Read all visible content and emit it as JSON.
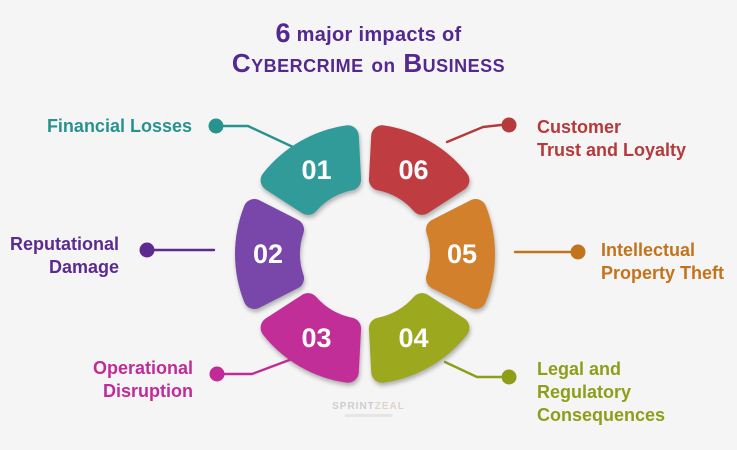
{
  "title": {
    "line1_num": "6",
    "line1_rest": "major impacts of",
    "line2_word1": "Cybercrime",
    "line2_word2": "on",
    "line2_word3": "Business",
    "color": "#53288f"
  },
  "chart_data": {
    "type": "ring-infographic",
    "title": "6 major impacts of Cybercrime on Business",
    "segment_count": 6,
    "order_note": "numbered ring segments 01-06; 01 top-left going counterclockwise, 06 top-right going clockwise"
  },
  "items": [
    {
      "num": "01",
      "label": "Financial Losses",
      "text_color": "#27938f",
      "segment_color": "#319b9a",
      "side": "left"
    },
    {
      "num": "02",
      "label": "Reputational\nDamage",
      "text_color": "#5b2b91",
      "segment_color": "#7946aa",
      "side": "left"
    },
    {
      "num": "03",
      "label": "Operational\nDisruption",
      "text_color": "#c02b97",
      "segment_color": "#c22e98",
      "side": "left"
    },
    {
      "num": "04",
      "label": "Legal and\nRegulatory\nConsequences",
      "text_color": "#8e9e19",
      "segment_color": "#9ca81d",
      "side": "right"
    },
    {
      "num": "05",
      "label": "Intellectual\nProperty Theft",
      "text_color": "#c4731d",
      "segment_color": "#d2802b",
      "side": "right"
    },
    {
      "num": "06",
      "label": "Customer\nTrust and Loyalty",
      "text_color": "#b43a3c",
      "segment_color": "#bf3c40",
      "side": "right"
    }
  ],
  "watermark": {
    "brand_left": "SPRINT",
    "brand_right": "ZEAL"
  }
}
